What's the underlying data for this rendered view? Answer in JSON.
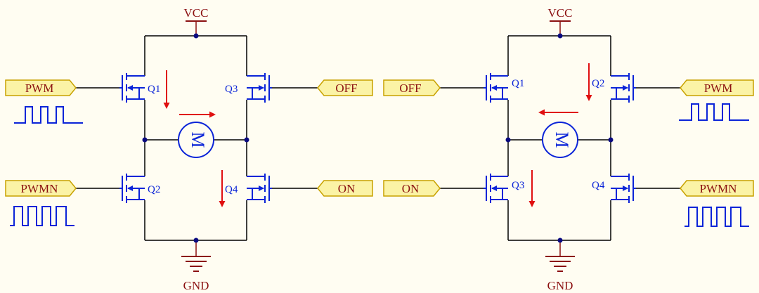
{
  "colors": {
    "background": "#fffdf2",
    "wire": "#000000",
    "component": "#0b24d8",
    "power": "#8b1010",
    "current_arrow": "#e01010",
    "port_fill": "#fbf3a6",
    "port_stroke": "#c8a200",
    "junction": "#0a0a80"
  },
  "motor_label": "M",
  "left_circuit": {
    "vcc_label": "VCC",
    "gnd_label": "GND",
    "q_top_left": "Q1",
    "q_top_right": "Q3",
    "q_bottom_left": "Q2",
    "q_bottom_right": "Q4",
    "port_top_left": "PWM",
    "port_bottom_left": "PWMN",
    "port_top_right": "OFF",
    "port_bottom_right": "ON",
    "motor_current_direction": "right",
    "waveform_top": "pwm",
    "waveform_bottom": "pwmn"
  },
  "right_circuit": {
    "vcc_label": "VCC",
    "gnd_label": "GND",
    "q_top_left": "Q1",
    "q_top_right": "Q2",
    "q_bottom_left": "Q3",
    "q_bottom_right": "Q4",
    "port_top_left": "OFF",
    "port_bottom_left": "ON",
    "port_top_right": "PWM",
    "port_bottom_right": "PWMN",
    "motor_current_direction": "left",
    "waveform_top": "pwm",
    "waveform_bottom": "pwmn"
  }
}
